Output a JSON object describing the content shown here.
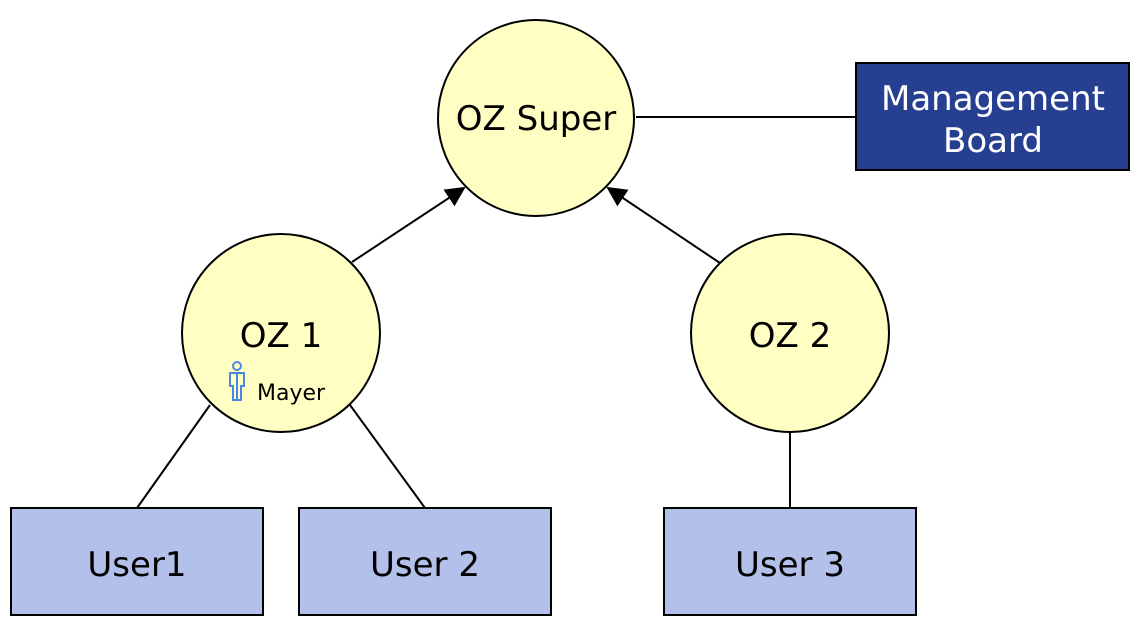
{
  "colors": {
    "circle_fill": "#FFFFC4",
    "box_fill": "#B3C1EA",
    "board_fill": "#273F90",
    "board_text": "#FFFFFF",
    "stroke": "#000000",
    "person_icon": "#4A86E8"
  },
  "nodes": {
    "oz_super": {
      "label": "OZ Super"
    },
    "oz1": {
      "label": "OZ 1"
    },
    "oz2": {
      "label": "OZ 2"
    },
    "management_board": {
      "label_line1": "Management",
      "label_line2": "Board"
    },
    "user1": {
      "label": "User1"
    },
    "user2": {
      "label": "User 2"
    },
    "user3": {
      "label": "User 3"
    }
  },
  "person": {
    "name": "Mayer",
    "icon": "person-icon"
  },
  "edges": [
    {
      "from": "oz1",
      "to": "oz_super",
      "arrow": true
    },
    {
      "from": "oz2",
      "to": "oz_super",
      "arrow": true
    },
    {
      "from": "oz_super",
      "to": "management_board",
      "arrow": false
    },
    {
      "from": "oz1",
      "to": "user1",
      "arrow": false
    },
    {
      "from": "oz1",
      "to": "user2",
      "arrow": false
    },
    {
      "from": "oz2",
      "to": "user3",
      "arrow": false
    }
  ]
}
